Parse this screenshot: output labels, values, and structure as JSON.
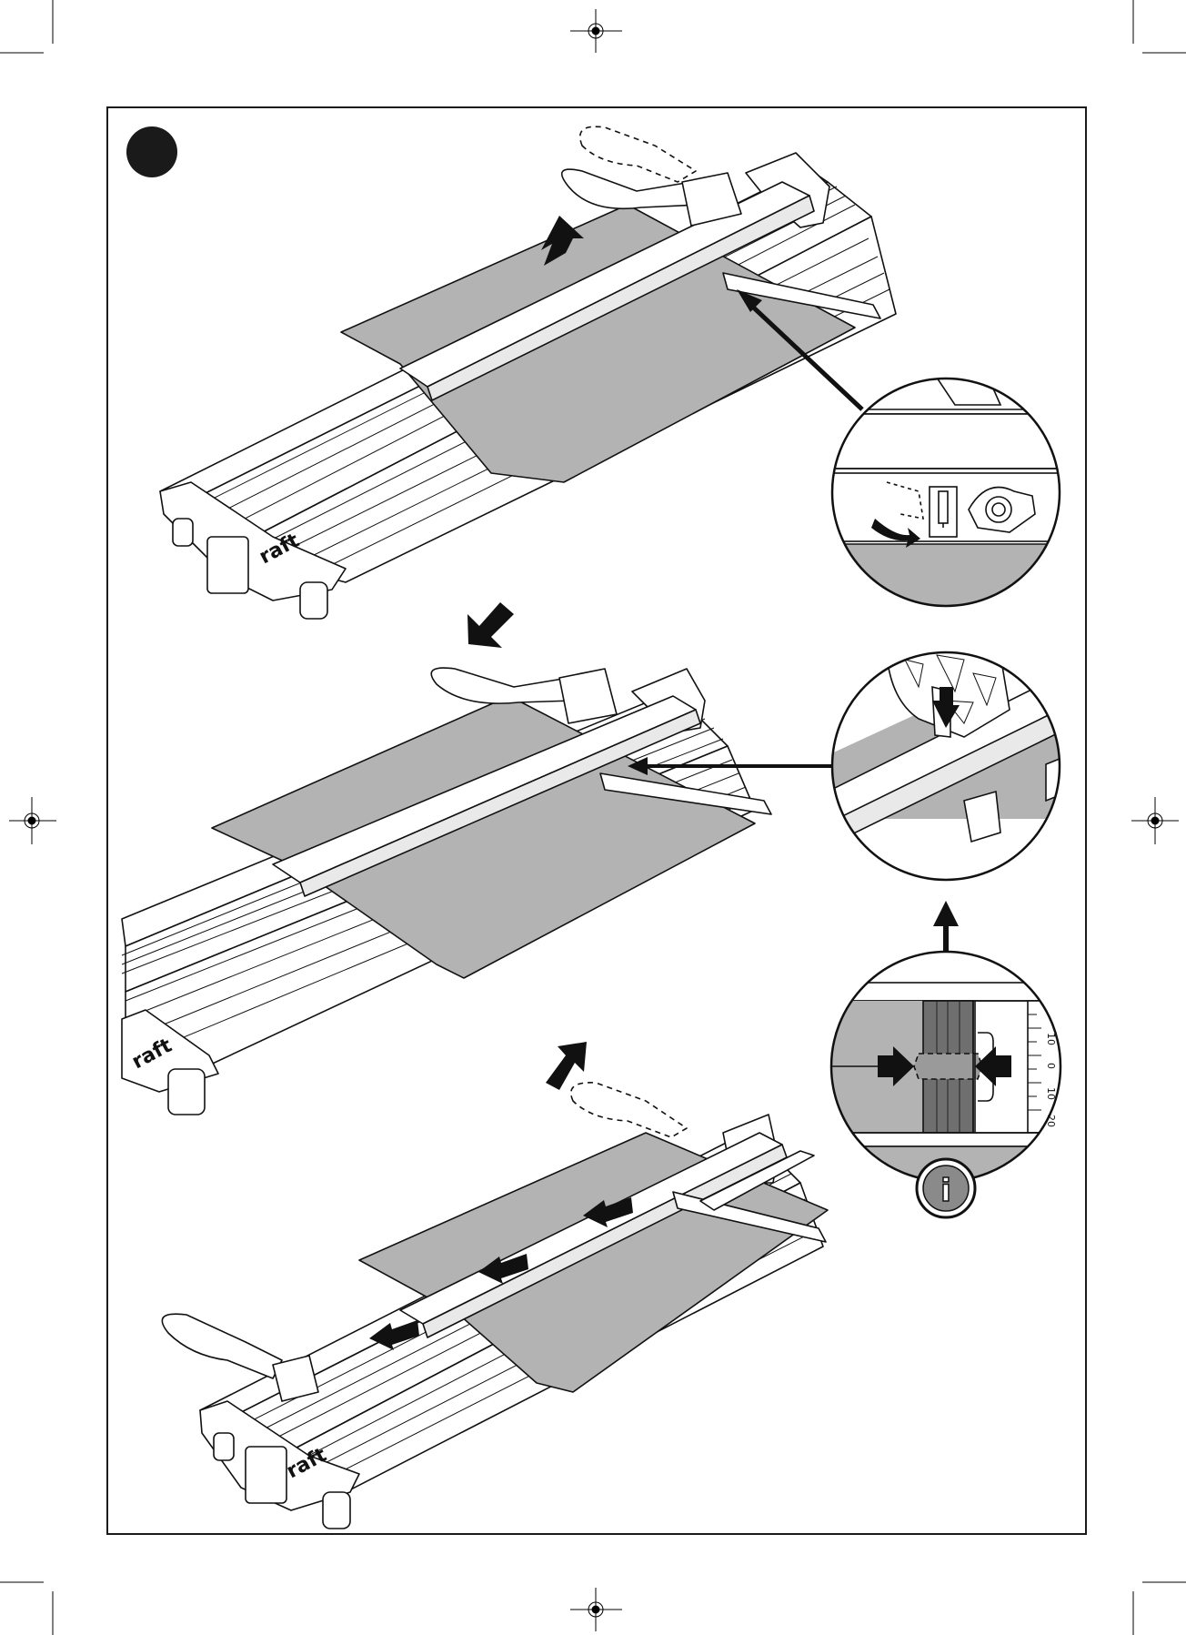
{
  "page": {
    "frame_color": "#1a1a1a",
    "tile_color": "#b3b3b3",
    "step_marker": "filled-black-circle",
    "brand_fragment": "raft",
    "scale_ticks": [
      "10",
      "0",
      "10",
      "20"
    ]
  },
  "panels": [
    {
      "id": "upper",
      "description_icon": "tile-cutter-icon",
      "arrow": "up-arrow"
    },
    {
      "id": "middle",
      "description_icon": "tile-cutter-icon",
      "arrow": "down-left-arrow"
    },
    {
      "id": "lower",
      "description_icon": "tile-cutter-icon",
      "arrow": "up-right-arrow"
    }
  ],
  "details": [
    {
      "id": "detail-lock",
      "icon": "curved-arrow-icon"
    },
    {
      "id": "detail-blade",
      "icon": "blade-icon"
    },
    {
      "id": "detail-center",
      "icon": "info-icon",
      "info_glyph": "i"
    }
  ]
}
